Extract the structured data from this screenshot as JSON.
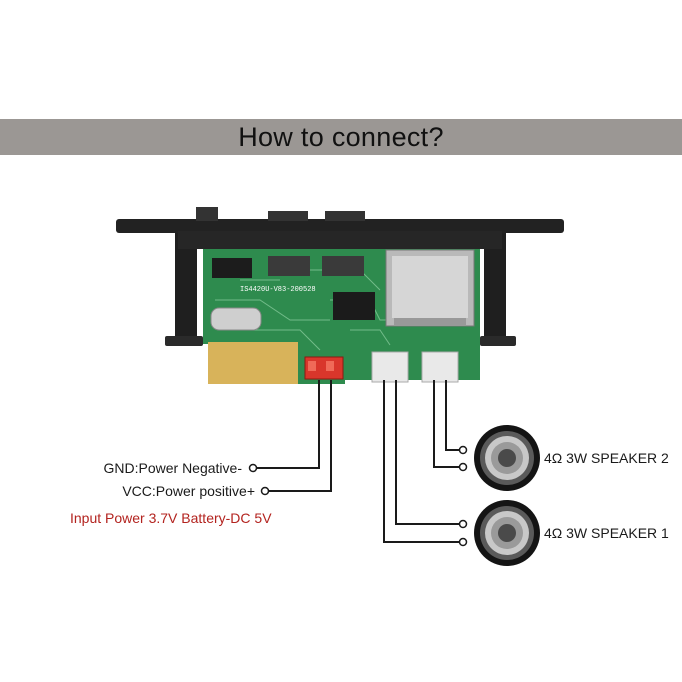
{
  "banner": {
    "title": "How to connect?"
  },
  "labels": {
    "gnd": "GND:Power Negative-",
    "vcc": "VCC:Power positive+",
    "input_power": "Input Power 3.7V Battery-DC 5V",
    "speaker2": "4Ω 3W SPEAKER 2",
    "speaker1": "4Ω 3W SPEAKER 1"
  },
  "board_marking": "IS4420U-V83-200528",
  "colors": {
    "banner_bg": "#9b9794",
    "pcb_green": "#2e8b4e",
    "bezel": "#222222",
    "power_connector": "#d9362b",
    "input_power_text": "#b3231f"
  }
}
